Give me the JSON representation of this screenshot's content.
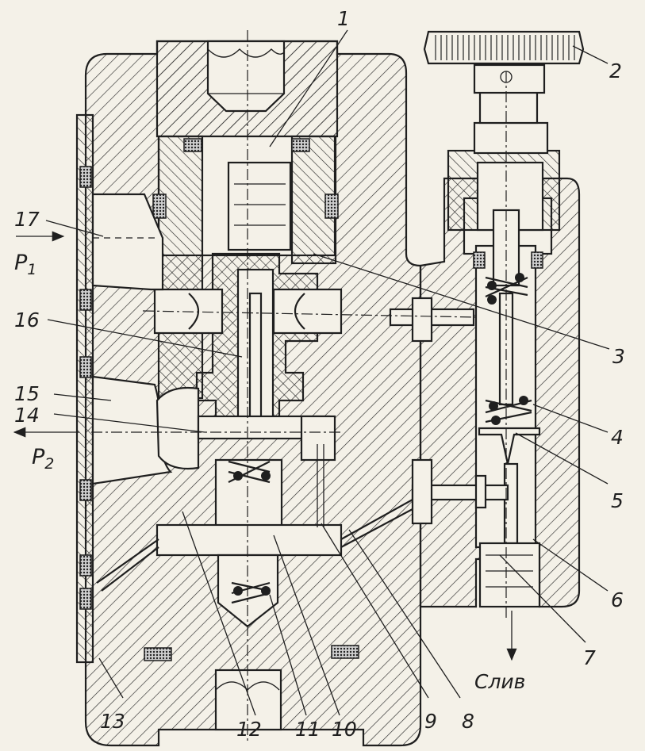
{
  "diagram": {
    "callouts": [
      "1",
      "2",
      "3",
      "4",
      "5",
      "6",
      "7",
      "8",
      "9",
      "10",
      "11",
      "12",
      "13",
      "14",
      "15",
      "16",
      "17"
    ],
    "ports": {
      "inlet": {
        "symbol": "P",
        "sub": "1"
      },
      "outlet": {
        "symbol": "P",
        "sub": "2"
      },
      "drain": "Слив"
    }
  }
}
